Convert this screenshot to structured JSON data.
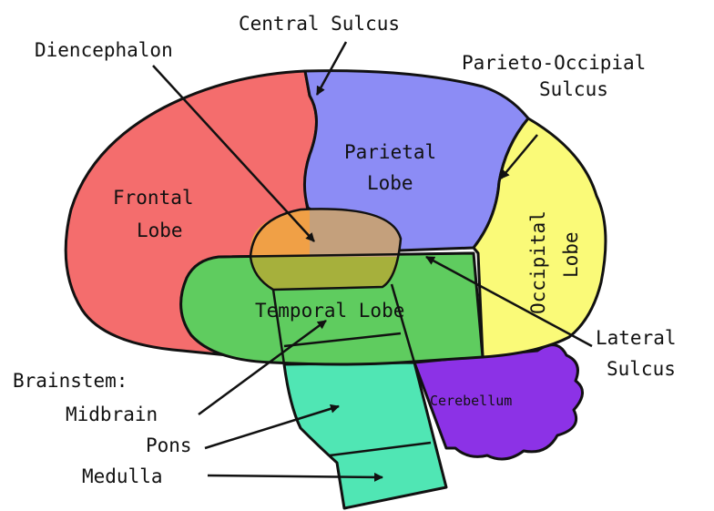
{
  "labels": {
    "central_sulcus": "Central Sulcus",
    "diencephalon": "Diencephalon",
    "parieto_occipial_1": "Parieto-Occipial",
    "parieto_occipial_2": "Sulcus",
    "frontal_1": "Frontal",
    "frontal_2": "Lobe",
    "parietal_1": "Parietal",
    "parietal_2": "Lobe",
    "occipital_1": "Occipital",
    "occipital_2": "Lobe",
    "temporal": "Temporal Lobe",
    "lateral_1": "Lateral",
    "lateral_2": "Sulcus",
    "brainstem": "Brainstem:",
    "midbrain": "Midbrain",
    "pons": "Pons",
    "medulla": "Medulla",
    "cerebellum": "Cerebellum"
  },
  "colors": {
    "frontal": "#f46d6d",
    "parietal": "#8c8cf5",
    "occipital": "#fafa78",
    "temporal": "#5fcc5f",
    "diencephalon": "#c4a07c",
    "diencephalon_left": "#f0a046",
    "diencephalon_overlap": "#a6b03c",
    "cerebellum": "#8c32e6",
    "brainstem": "#50e6b4",
    "outline": "#111111"
  }
}
